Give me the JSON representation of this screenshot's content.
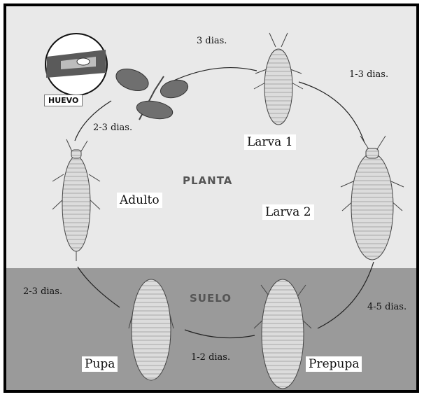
{
  "zones": {
    "plant": "PLANTA",
    "soil": "SUELO"
  },
  "egg_label": "HUEVO",
  "stages": {
    "larva1": "Larva 1",
    "larva2": "Larva 2",
    "prepupa": "Prepupa",
    "pupa": "Pupa",
    "adult": "Adulto"
  },
  "durations": {
    "egg_to_larva1": "3 dias.",
    "larva1_to_larva2": "1-3 dias.",
    "larva2_to_prepupa": "4-5 dias.",
    "prepupa_to_pupa": "1-2 dias.",
    "pupa_to_adult": "2-3 dias.",
    "adult_to_egg": "2-3 dias."
  },
  "colors": {
    "plant_zone": "#e9e9e9",
    "soil_zone": "#9a9a9a",
    "insect_body": "#d8d8d8",
    "leaf": "#6f6f6f"
  }
}
